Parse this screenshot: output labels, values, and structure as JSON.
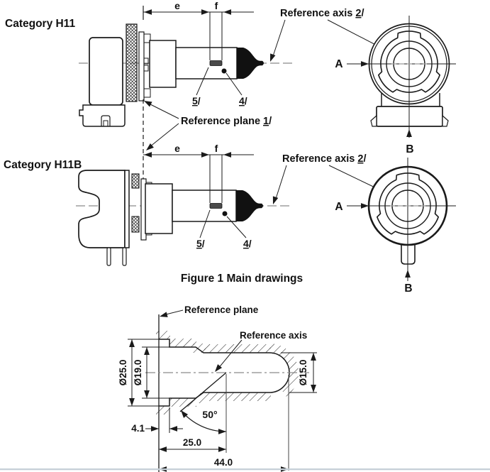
{
  "figure_caption": "Figure 1 Main drawings",
  "categories": {
    "h11": {
      "label": "Category H11"
    },
    "h11b": {
      "label": "Category H11B"
    }
  },
  "annotations": {
    "reference_axis_text": "Reference axis",
    "reference_axis_note": "2",
    "reference_plane_text": "Reference plane",
    "reference_plane_note": "1",
    "note_slash": "/",
    "filament_note": "5",
    "bulb_note": "4",
    "dim_e": "e",
    "dim_f": "f",
    "view_a": "A",
    "view_b": "B"
  },
  "section_view": {
    "reference_plane_label": "Reference plane",
    "reference_axis_label": "Reference axis",
    "dims": {
      "dia_outer": "Ø25.0",
      "dia_mid": "Ø19.0",
      "dia_bulb": "Ø15.0",
      "angle": "50°",
      "flange_thickness": "4.1",
      "length_25": "25.0",
      "length_44": "44.0"
    }
  },
  "colors": {
    "line": "#1a1a1a",
    "centerline": "#8a8a8a",
    "page_edge": "#c6d0d8"
  }
}
